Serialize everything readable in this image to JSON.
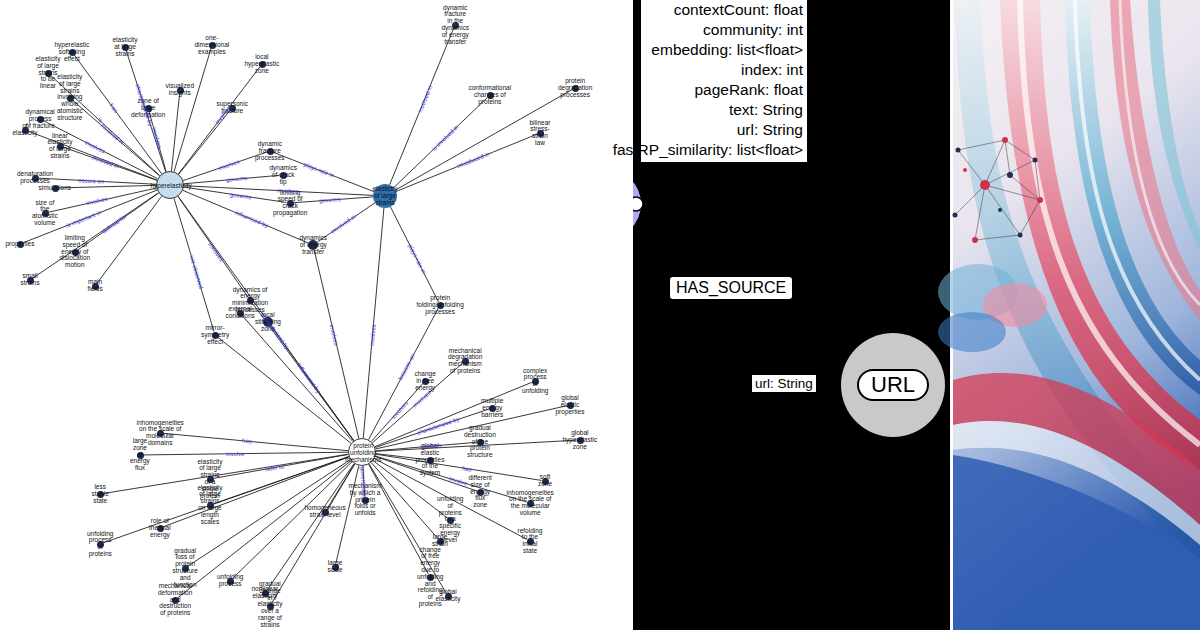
{
  "diagram": {
    "nodes": [
      {
        "text": [
          "hyperelasticity"
        ]
      },
      {
        "text": [
          "elasticity of large strains"
        ]
      },
      {
        "text": [
          "protein unfolding mechanisms"
        ]
      },
      {
        "text": [
          "local hyperelastic zone"
        ]
      },
      {
        "text": [
          "elasticity at large strains"
        ]
      },
      {
        "text": [
          "hyperelastic softening effect"
        ]
      },
      {
        "text": [
          "one-dimensional examples"
        ]
      },
      {
        "text": [
          "elasticity of large strains to be linear"
        ]
      },
      {
        "text": [
          "elasticity of large strains involving whole atomistic structure"
        ]
      },
      {
        "text": [
          "visualized insights"
        ]
      },
      {
        "text": [
          "supersonic fracture"
        ]
      },
      {
        "text": [
          "zone of large deformation"
        ]
      },
      {
        "text": [
          "dynamical process of fracture"
        ]
      },
      {
        "text": [
          "of elasticity"
        ]
      },
      {
        "text": [
          "linear elasticity of large strains"
        ]
      },
      {
        "text": [
          "denaturation processes"
        ]
      },
      {
        "text": [
          "simulations"
        ]
      },
      {
        "text": [
          "size of the atomistic volume"
        ]
      },
      {
        "text": [
          "properties"
        ]
      },
      {
        "text": [
          "limiting speed of energy of dislocation motion"
        ]
      },
      {
        "text": [
          "small strains"
        ]
      },
      {
        "text": [
          "main fields"
        ]
      },
      {
        "text": [
          "dynamic fracture processes"
        ]
      },
      {
        "text": [
          "dynamics of crack tip"
        ]
      },
      {
        "text": [
          "limiting speed of crack propagation"
        ]
      },
      {
        "text": [
          "dynamic fracture in the dynamics of energy transfer"
        ]
      },
      {
        "text": [
          "conformational changes of proteins"
        ]
      },
      {
        "text": [
          "protein degradation processes"
        ]
      },
      {
        "text": [
          "bilinear stress-strain law"
        ]
      },
      {
        "text": [
          "dynamics of energy transfer"
        ]
      },
      {
        "text": [
          "protein folding/unfolding processes"
        ]
      },
      {
        "text": [
          "dynamics of energy minimization processes"
        ]
      },
      {
        "text": [
          "external conditions"
        ]
      },
      {
        "text": [
          "local stiffening zone"
        ]
      },
      {
        "text": [
          "mirror-symmetry effect"
        ]
      },
      {
        "text": [
          "mechanical degradation mechanism of proteins"
        ]
      },
      {
        "text": [
          "change in free energy"
        ]
      },
      {
        "text": [
          "complex process of unfolding"
        ]
      },
      {
        "text": [
          "multiple energy barriers"
        ]
      },
      {
        "text": [
          "global elastic properties"
        ]
      },
      {
        "text": [
          "inhomogeneities on the scale of molecular domains"
        ]
      },
      {
        "text": [
          "global hyperelastic zone"
        ]
      },
      {
        "text": [
          "gradual destruction of the protein structure"
        ]
      },
      {
        "text": [
          "global elastic properties of the system"
        ]
      },
      {
        "text": [
          "large zone of energy flux"
        ]
      },
      {
        "text": [
          "elasticity of large strains of a single protein"
        ]
      },
      {
        "text": [
          "less stable state"
        ]
      },
      {
        "text": [
          "elasticity of large strains on large length scales"
        ]
      },
      {
        "text": [
          "soft zone"
        ]
      },
      {
        "text": [
          "different size of energy flux zone"
        ]
      },
      {
        "text": [
          "mechanism by which a protein folds or unfolds"
        ]
      },
      {
        "text": [
          "homogeneous strain level"
        ]
      },
      {
        "text": [
          "inhomogeneities on the scale of the molecular volume"
        ]
      },
      {
        "text": [
          "role of thermal energy"
        ]
      },
      {
        "text": [
          "unfolding of proteins to a specific energy level"
        ]
      },
      {
        "text": [
          "unfolding process of proteins"
        ]
      },
      {
        "text": [
          "large strain"
        ]
      },
      {
        "text": [
          "refolding to the initial state"
        ]
      },
      {
        "text": [
          "gradual loss of protein structure and function"
        ]
      },
      {
        "text": [
          "unfolding process"
        ]
      },
      {
        "text": [
          "large scale"
        ]
      },
      {
        "text": [
          "change of free energy due to unfolding and refolding of proteins"
        ]
      },
      {
        "text": [
          "mechanical deformation and destruction of proteins"
        ]
      },
      {
        "text": [
          "global elasticity"
        ]
      },
      {
        "text": [
          "nonlinear elasticity"
        ]
      },
      {
        "text": [
          "gradual change in elasticity over a range of strains"
        ]
      },
      {
        "text": [
          "contextCount: float",
          "community: int",
          "embedding: list<float>",
          "index: int",
          "pageRank: float",
          "text: String",
          "url: String",
          "fastRP_similarity: list<float>"
        ]
      },
      {
        "text": [
          "URL",
          "url: String"
        ]
      }
    ],
    "edges": [
      {
        "from": 0,
        "to": 3,
        "arrow": "none",
        "label": "involves"
      },
      {
        "from": 0,
        "to": 4,
        "arrow": "none",
        "label": "characterized by"
      },
      {
        "from": 0,
        "to": 5,
        "arrow": "none",
        "label": "has"
      },
      {
        "from": 0,
        "to": 6,
        "arrow": "none"
      },
      {
        "from": 0,
        "to": 7,
        "arrow": "none",
        "label": "is"
      },
      {
        "from": 0,
        "to": 8,
        "arrow": "none",
        "label": "involved in"
      },
      {
        "from": 0,
        "to": 9,
        "arrow": "none"
      },
      {
        "from": 0,
        "to": 10,
        "arrow": "none"
      },
      {
        "from": 0,
        "to": 11,
        "arrow": "none",
        "label": "involves"
      },
      {
        "from": 0,
        "to": 12,
        "arrow": "none",
        "label": "involves"
      },
      {
        "from": 0,
        "to": 13,
        "arrow": "none"
      },
      {
        "from": 0,
        "to": 14,
        "arrow": "none",
        "label": "involved in"
      },
      {
        "from": 0,
        "to": 15,
        "arrow": "none",
        "label": "occurs on"
      },
      {
        "from": 0,
        "to": 16,
        "arrow": "none"
      },
      {
        "from": 0,
        "to": 17,
        "arrow": "none",
        "label": "involves"
      },
      {
        "from": 0,
        "to": 18,
        "arrow": "none",
        "label": "is important in"
      },
      {
        "from": 0,
        "to": 19,
        "arrow": "none",
        "label": "defined for"
      },
      {
        "from": 0,
        "to": 20,
        "arrow": "none"
      },
      {
        "from": 0,
        "to": 21,
        "arrow": "none"
      },
      {
        "from": 0,
        "to": 22,
        "arrow": "none",
        "label": "involves"
      },
      {
        "from": 0,
        "to": 23,
        "arrow": "none",
        "label": "governs"
      },
      {
        "from": 0,
        "to": 24,
        "arrow": "none",
        "label": "governs"
      },
      {
        "from": 0,
        "to": 1,
        "arrow": "none",
        "label": "involves"
      },
      {
        "from": 0,
        "to": 29,
        "arrow": "none",
        "label": "influenced by"
      },
      {
        "from": 0,
        "to": 2,
        "arrow": "none",
        "label": "characterized by"
      },
      {
        "from": 0,
        "to": 31,
        "arrow": "none",
        "label": "involves"
      },
      {
        "from": 0,
        "to": 34,
        "arrow": "none",
        "label": "not observed"
      },
      {
        "from": 1,
        "to": 25,
        "arrow": "none",
        "label": "involved in"
      },
      {
        "from": 1,
        "to": 26,
        "arrow": "none",
        "label": "is involved in"
      },
      {
        "from": 1,
        "to": 27,
        "arrow": "none"
      },
      {
        "from": 1,
        "to": 28,
        "arrow": "none",
        "label": "introduced in"
      },
      {
        "from": 1,
        "to": 22,
        "arrow": "none",
        "label": "plays role in"
      },
      {
        "from": 1,
        "to": 24,
        "arrow": "none",
        "label": "governs"
      },
      {
        "from": 1,
        "to": 29,
        "arrow": "none",
        "label": "involved in"
      },
      {
        "from": 1,
        "to": 30,
        "arrow": "none",
        "label": "plays role in"
      },
      {
        "from": 1,
        "to": 2,
        "arrow": "none",
        "label": "involves"
      },
      {
        "from": 2,
        "to": 29,
        "arrow": "none",
        "label": "involves"
      },
      {
        "from": 2,
        "to": 30,
        "arrow": "none",
        "label": "focuses on"
      },
      {
        "from": 2,
        "to": 31,
        "arrow": "none"
      },
      {
        "from": 2,
        "to": 32,
        "arrow": "none"
      },
      {
        "from": 2,
        "to": 33,
        "arrow": "none",
        "label": "influenced by"
      },
      {
        "from": 2,
        "to": 34,
        "arrow": "none"
      },
      {
        "from": 2,
        "to": 35,
        "arrow": "none",
        "label": "involves"
      },
      {
        "from": 2,
        "to": 36,
        "arrow": "none",
        "label": "involves"
      },
      {
        "from": 2,
        "to": 37,
        "arrow": "none"
      },
      {
        "from": 2,
        "to": 38,
        "arrow": "none",
        "label": "characterized by"
      },
      {
        "from": 2,
        "to": 39,
        "arrow": "none"
      },
      {
        "from": 2,
        "to": 40,
        "arrow": "none",
        "label": "has"
      },
      {
        "from": 2,
        "to": 41,
        "arrow": "none"
      },
      {
        "from": 2,
        "to": 42,
        "arrow": "none",
        "label": "involves"
      },
      {
        "from": 2,
        "to": 43,
        "arrow": "none"
      },
      {
        "from": 2,
        "to": 44,
        "arrow": "none",
        "label": "involve"
      },
      {
        "from": 2,
        "to": 45,
        "arrow": "none",
        "label": "refer to"
      },
      {
        "from": 2,
        "to": 46,
        "arrow": "none"
      },
      {
        "from": 2,
        "to": 47,
        "arrow": "none"
      },
      {
        "from": 2,
        "to": 48,
        "arrow": "none",
        "label": "has"
      },
      {
        "from": 2,
        "to": 49,
        "arrow": "none"
      },
      {
        "from": 2,
        "to": 50,
        "arrow": "none",
        "label": "governed by"
      },
      {
        "from": 2,
        "to": 51,
        "arrow": "none"
      },
      {
        "from": 2,
        "to": 52,
        "arrow": "none",
        "label": "involve"
      },
      {
        "from": 2,
        "to": 53,
        "arrow": "none"
      },
      {
        "from": 2,
        "to": 54,
        "arrow": "none"
      },
      {
        "from": 2,
        "to": 55,
        "arrow": "none"
      },
      {
        "from": 2,
        "to": 56,
        "arrow": "none"
      },
      {
        "from": 2,
        "to": 57,
        "arrow": "none"
      },
      {
        "from": 2,
        "to": 58,
        "arrow": "none"
      },
      {
        "from": 2,
        "to": 59,
        "arrow": "none"
      },
      {
        "from": 2,
        "to": 60,
        "arrow": "none"
      },
      {
        "from": 2,
        "to": 61,
        "arrow": "none"
      },
      {
        "from": 2,
        "to": 62,
        "arrow": "none"
      },
      {
        "from": 2,
        "to": 63,
        "arrow": "none"
      },
      {
        "from": 2,
        "to": 64,
        "arrow": "none"
      },
      {
        "from": 2,
        "to": 65,
        "arrow": "none"
      }
    ],
    "labels": [
      "HAS_SOURCE"
    ]
  }
}
